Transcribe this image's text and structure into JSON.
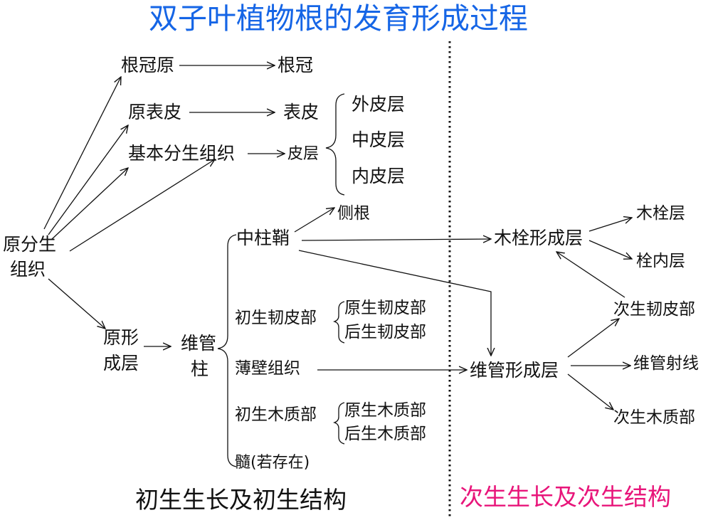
{
  "title": "双子叶植物根的发育形成过程",
  "primary_caption": "初生生长及初生结构",
  "secondary_caption": "次生生长及次生结构",
  "colors": {
    "title": "#1565e6",
    "secondary_caption": "#e8157a",
    "text": "#111111"
  },
  "nodes": {
    "yuanfenshengzuzhi_line1": "原分生",
    "yuanfenshengzuzhi_line2": "组织",
    "genguanyuan": "根冠原",
    "genguan": "根冠",
    "yuanbiaopi": "原表皮",
    "biaopi": "表皮",
    "jibenfenshengzuzhi": "基本分生组织",
    "pice": "皮层",
    "waipice": "外皮层",
    "zhongpice": "中皮层",
    "neipice": "内皮层",
    "yuanxingcengceng_line1": "原形",
    "yuanxingcengceng_line2": "成层",
    "weiguanzhu_line1": "维管",
    "weiguanzhu_line2": "柱",
    "zhongzhuqiao": "中柱鞘",
    "cegen": "侧根",
    "chushengrenpibu": "初生韧皮部",
    "yuanshengrenpibu": "原生韧皮部",
    "houshengrenpibu": "后生韧皮部",
    "baobizuzhi": "薄壁组织",
    "chushengmuzhibu": "初生木质部",
    "yuanshengmuzhibu": "原生木质部",
    "houshengmuzhibu": "后生木质部",
    "sui": "髓(若存在)",
    "mushuanxingchengceng": "木栓形成层",
    "mushuanceng": "木栓层",
    "shuanneiceng": "栓内层",
    "weiguanxingchengceng": "维管形成层",
    "cishengrenpibu": "次生韧皮部",
    "weiguansheixian": "维管射线",
    "cishengmuzhibu": "次生木质部"
  }
}
